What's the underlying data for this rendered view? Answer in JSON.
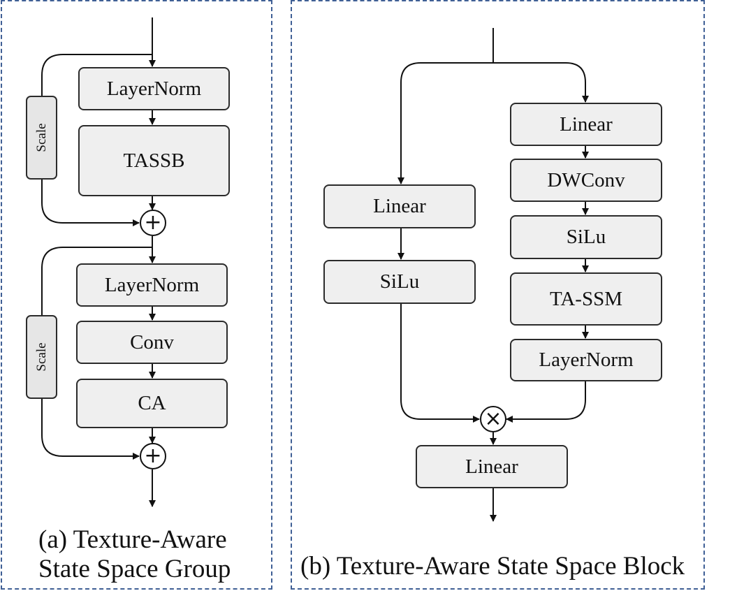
{
  "panel_a": {
    "nodes": {
      "layernorm_1": "LayerNorm",
      "tassb": "TASSB",
      "layernorm_2": "LayerNorm",
      "conv": "Conv",
      "ca": "CA"
    },
    "scale_1": "Scale",
    "scale_2": "Scale",
    "add_symbol": "+",
    "caption_line1": "(a) Texture-Aware",
    "caption_line2": "State Space Group"
  },
  "panel_b": {
    "left_branch": {
      "linear": "Linear",
      "silu": "SiLu"
    },
    "right_branch": {
      "linear": "Linear",
      "dwconv": "DWConv",
      "silu": "SiLu",
      "ta_ssm": "TA-SSM",
      "layernorm": "LayerNorm"
    },
    "multiply_symbol": "×",
    "output_linear": "Linear",
    "caption": "(b) Texture-Aware State Space Block"
  }
}
